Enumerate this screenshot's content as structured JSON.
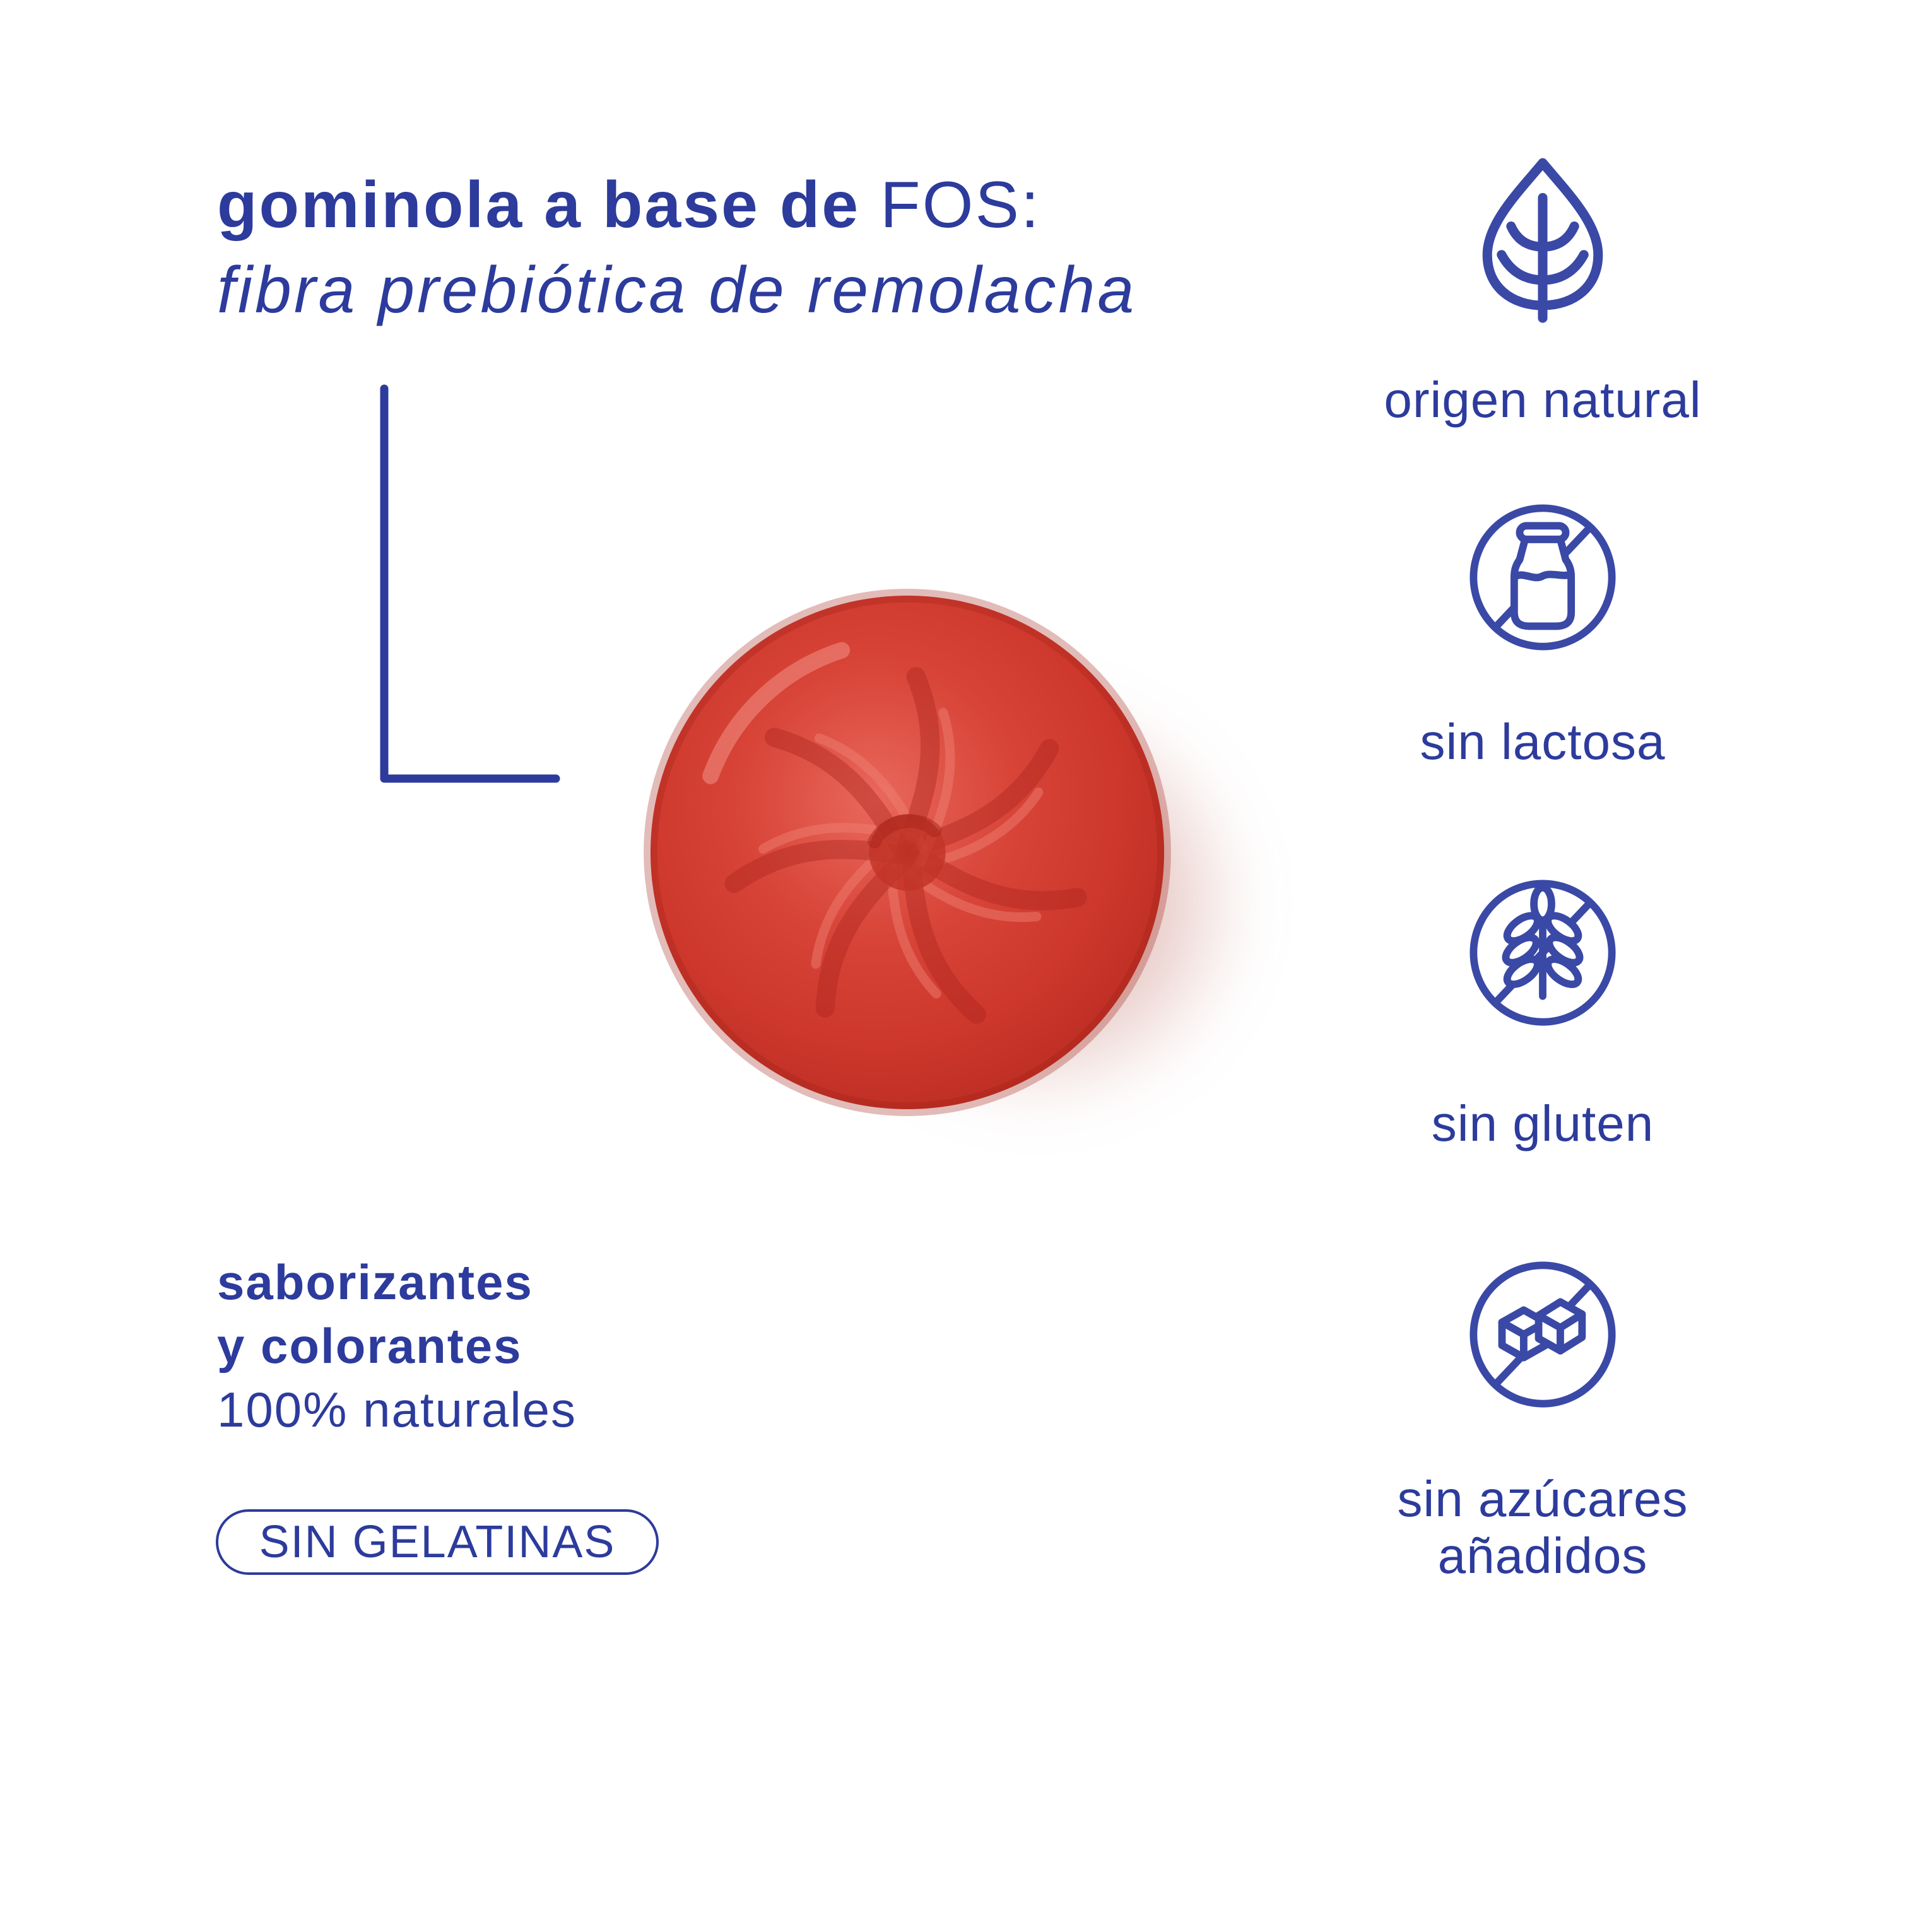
{
  "canvas": {
    "background": "#ffffff"
  },
  "colors": {
    "text_blue": "#2c3b9c",
    "icon_blue": "#3a49a6",
    "gummy_red": "#d84438",
    "gummy_red_dark": "#b62a20",
    "gummy_red_light": "#e9685c",
    "gummy_shadow": "#ba6458"
  },
  "title": {
    "line1_bold": "gominola a base de ",
    "line1_light": "FOS:",
    "line2_italic": "fibra prebiótica de remolacha"
  },
  "left_block": {
    "lines": [
      "saborizantes",
      "y colorantes",
      "100% naturales"
    ],
    "badge_label": "SIN GELATINAS"
  },
  "features": [
    {
      "icon": "natural-leaf-icon",
      "lines": [
        "origen natural"
      ]
    },
    {
      "icon": "no-lactose-icon",
      "lines": [
        "sin lactosa"
      ]
    },
    {
      "icon": "no-gluten-icon",
      "lines": [
        "sin gluten"
      ]
    },
    {
      "icon": "no-added-sugar-icon",
      "lines": [
        "sin azúcares",
        "añadidos"
      ]
    }
  ]
}
